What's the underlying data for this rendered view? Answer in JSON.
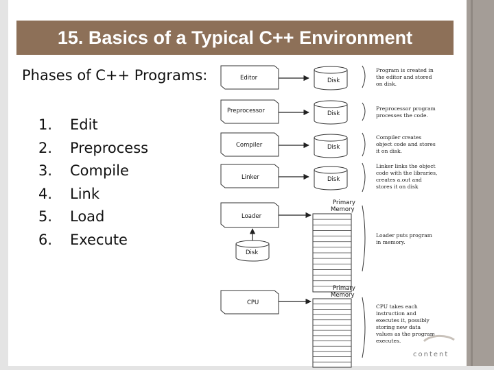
{
  "title": "15. Basics of a Typical C++ Environment",
  "subtitle": "Phases of C++ Programs:",
  "phases": [
    {
      "num": "1.",
      "label": "Edit"
    },
    {
      "num": "2.",
      "label": "Preprocess"
    },
    {
      "num": "3.",
      "label": "Compile"
    },
    {
      "num": "4.",
      "label": "Link"
    },
    {
      "num": "5.",
      "label": "Load"
    },
    {
      "num": "6.",
      "label": "Execute"
    }
  ],
  "diagram": {
    "editor": "Editor",
    "preprocessor": "Preprocessor",
    "compiler": "Compiler",
    "linker": "Linker",
    "loader": "Loader",
    "cpu": "CPU",
    "disk": "Disk",
    "primary_memory_line1": "Primary",
    "primary_memory_line2": "Memory",
    "notes": {
      "edit": [
        "Program is created in",
        "the editor and stored",
        "on disk."
      ],
      "preprocess": [
        "Preprocessor program",
        "processes the code."
      ],
      "compile": [
        "Compiler creates",
        "object code and stores",
        "it on disk."
      ],
      "link": [
        "Linker links the object",
        "code with the libraries,",
        "creates a.out and",
        "stores it on disk"
      ],
      "load": [
        "Loader puts program",
        "in memory."
      ],
      "execute": [
        "CPU takes each",
        "instruction and",
        "executes it, possibly",
        "storing new data",
        "values as the program",
        "executes."
      ]
    }
  },
  "logo_text": "content"
}
